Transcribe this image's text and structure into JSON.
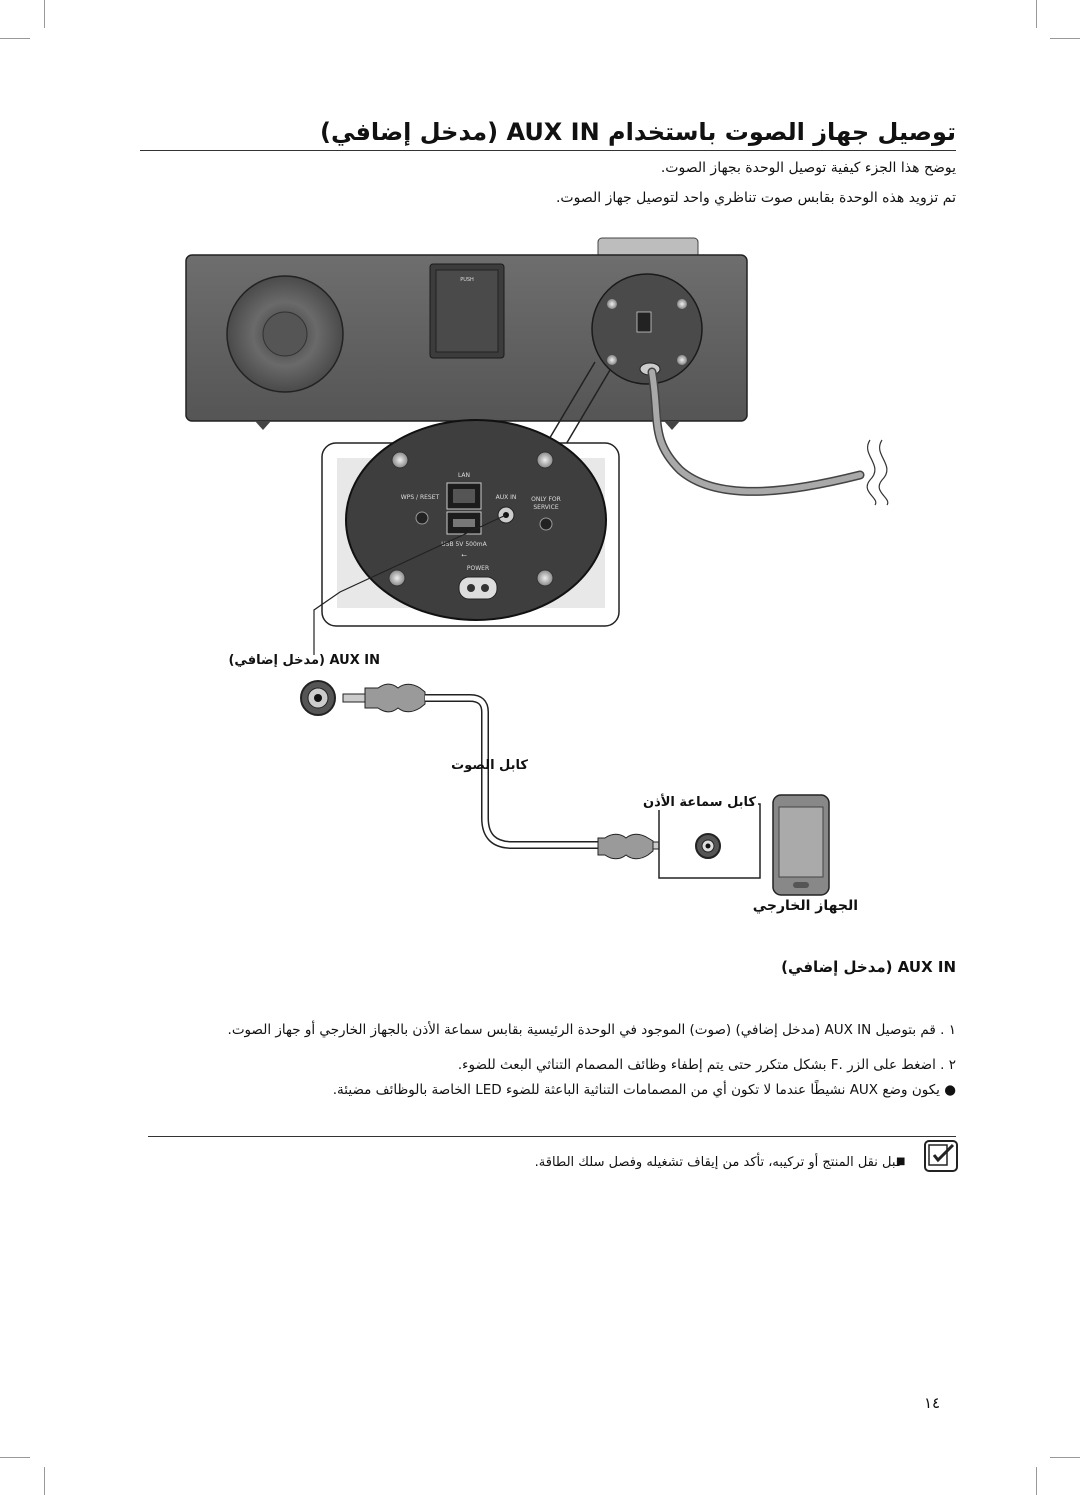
{
  "page": {
    "title": "توصيل جهاز الصوت باستخدام AUX IN (مدخل إضافي)",
    "intro": [
      "يوضح هذا الجزء كيفية توصيل الوحدة بجهاز الصوت.",
      "تم تزويد هذه الوحدة بقابس صوت تناظري واحد لتوصيل جهاز الصوت."
    ]
  },
  "diagram": {
    "device_labels": {
      "push": "PUSH",
      "lan": "LAN",
      "wps_reset": "WPS / RESET",
      "aux_in": "AUX IN",
      "only_for_service": [
        "ONLY FOR",
        "SERVICE"
      ],
      "usb": "USB 5V 500mA",
      "power": "POWER"
    },
    "callouts": {
      "aux_in_jack": "AUX IN (مدخل إضافي)",
      "audio_cable": "كابل الصوت",
      "headphone_cable": "كابل سماعة الأذن",
      "external_device": "الجهاز الخارجي"
    }
  },
  "instructions": {
    "heading": "AUX IN (مدخل إضافي)",
    "steps": [
      "١ . قم بتوصيل AUX IN (مدخل إضافي) (صوت) الموجود في الوحدة الرئيسية بقابس سماعة الأذن بالجهاز الخارجي أو جهاز الصوت.",
      "٢ . اضغط على الزر .F بشكل متكرر حتى يتم إطفاء وظائف المصمام التناثي البعث للضوء."
    ],
    "bullet": "يكون وضع AUX نشيطًا عندما لا تكون أي من المصمامات التناثية الباعثة للضوء LED الخاصة بالوظائف مضيئة."
  },
  "note": {
    "icon": "note-check-icon",
    "bullet_symbol": "■",
    "text": "قبل نقل المنتج أو تركيبه، تأكد من إيقاف تشغيله وفصل سلك الطاقة."
  },
  "footer": {
    "page_number": "١٤"
  },
  "colors": {
    "device_body": "#5f5f5f",
    "panel": "#4a4a4a",
    "cable": "#a9a9a9"
  }
}
